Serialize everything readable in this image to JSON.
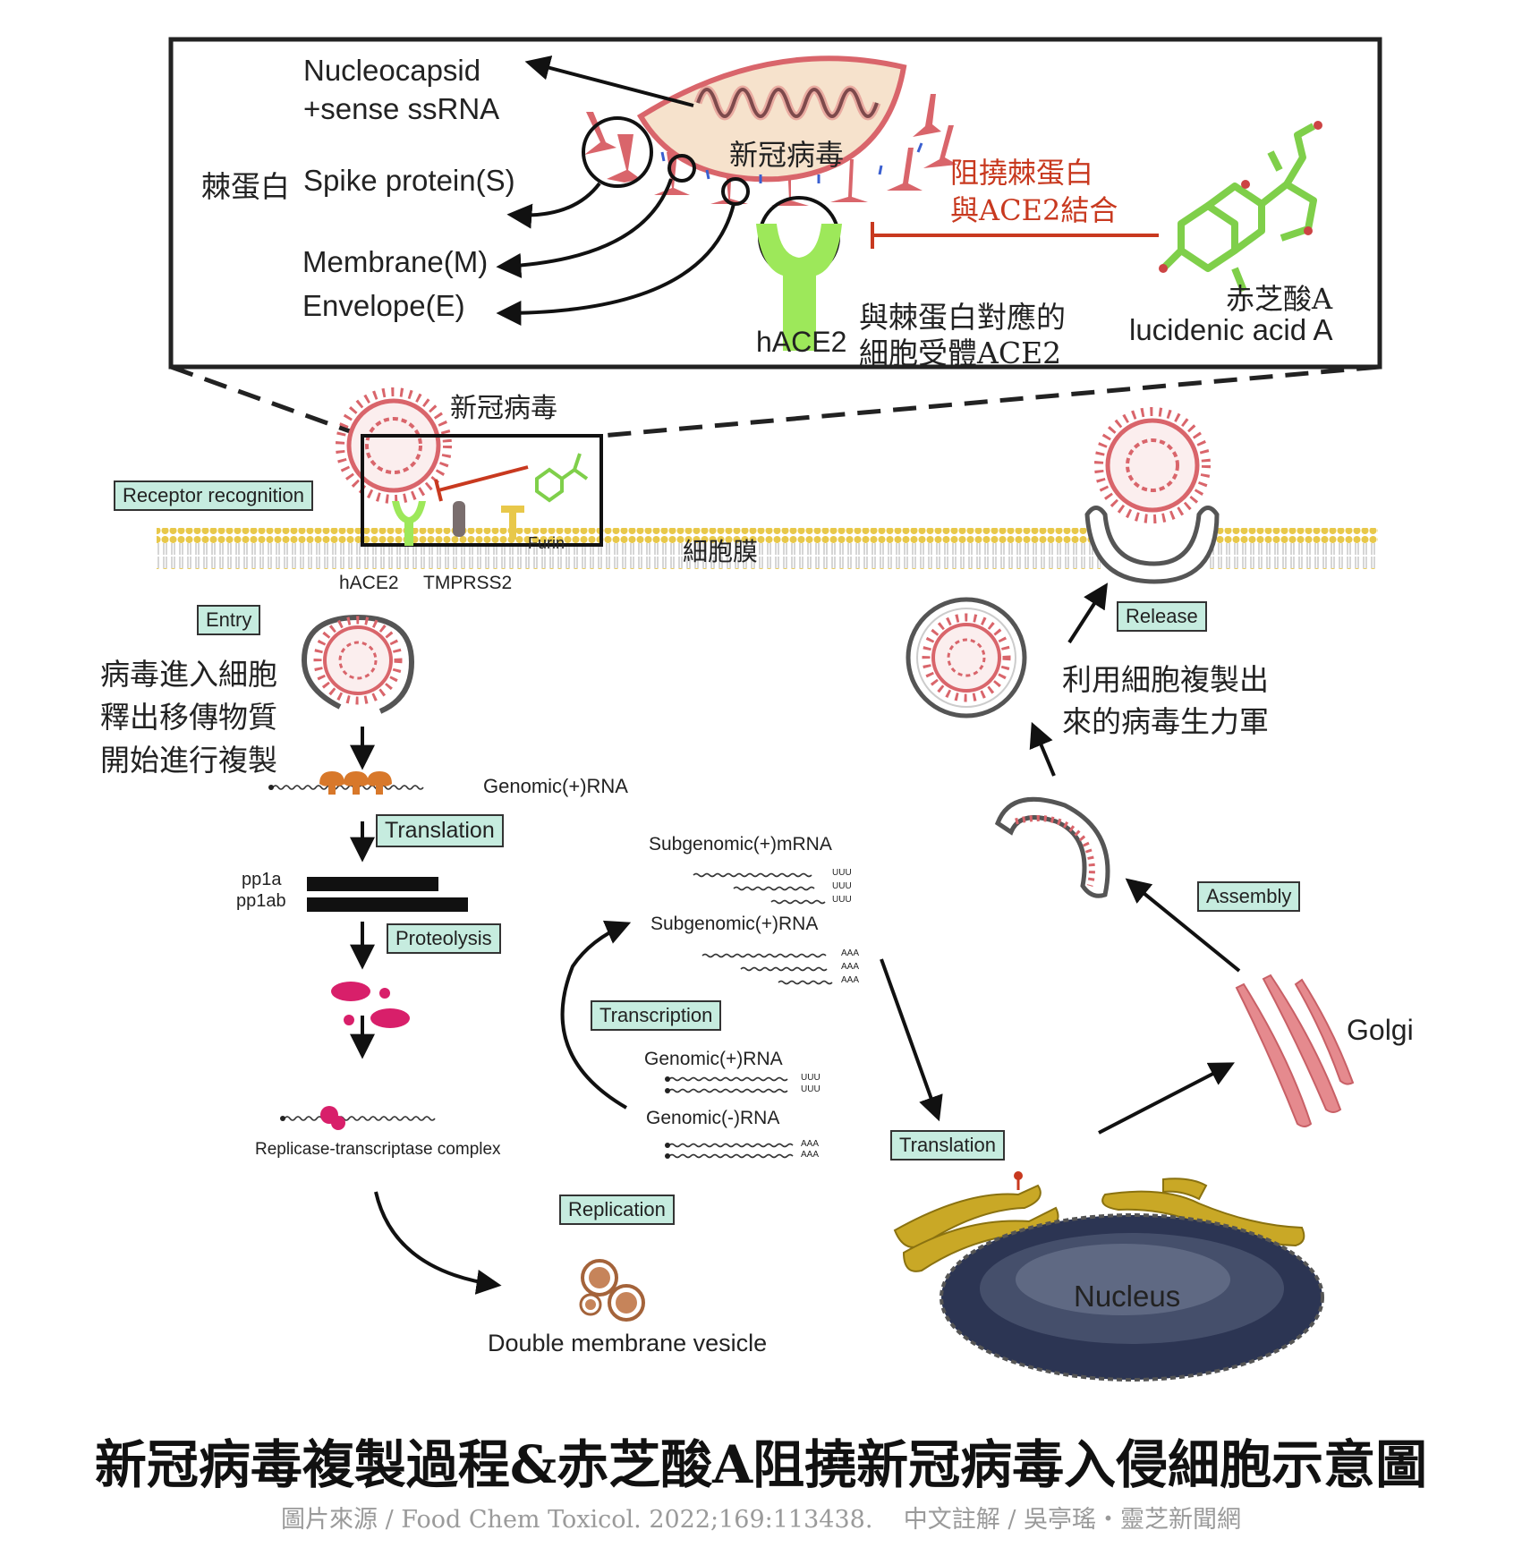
{
  "zoom_panel": {
    "nucleocapsid": "Nucleocapsid",
    "ssrna": "+sense ssRNA",
    "spike_zh": "棘蛋白",
    "spike_en": "Spike protein(S)",
    "membrane": "Membrane(M)",
    "envelope": "Envelope(E)",
    "virus_label": "新冠病毒",
    "block_line1": "阻撓棘蛋白",
    "block_line2": "與ACE2結合",
    "hace2": "hACE2",
    "receptor_line1": "與棘蛋白對應的",
    "receptor_line2": "細胞受體ACE2",
    "compound_zh": "赤芝酸A",
    "compound_en": "lucidenic acid A"
  },
  "membrane_area": {
    "virus_label": "新冠病毒",
    "receptor_recognition": "Receptor recognition",
    "furin": "Furin",
    "cell_membrane": "細胞膜",
    "hace2": "hACE2",
    "tmprss2": "TMPRSS2"
  },
  "left_path": {
    "entry": "Entry",
    "entry_note_1": "病毒進入細胞",
    "entry_note_2": "釋出移傳物質",
    "entry_note_3": "開始進行複製",
    "genomic_rna": "Genomic(+)RNA",
    "translation": "Translation",
    "pp1a": "pp1a",
    "pp1ab": "pp1ab",
    "proteolysis": "Proteolysis",
    "rtc": "Replicase-transcriptase complex",
    "replication": "Replication",
    "dmv": "Double membrane vesicle"
  },
  "middle_path": {
    "sg_mrna": "Subgenomic(+)mRNA",
    "sg_rna": "Subgenomic(+)RNA",
    "transcription": "Transcription",
    "genomic_plus": "Genomic(+)RNA",
    "genomic_minus": "Genomic(-)RNA",
    "uuu": "UUU",
    "aaa": "AAA",
    "translation": "Translation"
  },
  "right_path": {
    "release": "Release",
    "release_note_1": "利用細胞複製出",
    "release_note_2": "來的病毒生力軍",
    "assembly": "Assembly",
    "golgi": "Golgi",
    "nucleus": "Nucleus"
  },
  "caption": {
    "title": "新冠病毒複製過程&赤芝酸A阻撓新冠病毒入侵細胞示意圖",
    "source": "圖片來源 / Food Chem Toxicol. 2022;169:113438.    中文註解 / 吳亭瑤・靈芝新聞網"
  },
  "colors": {
    "tag_fill": "#c6ecdf",
    "virus_red": "#d9656b",
    "receptor_green": "#9de85a",
    "inhibit_red": "#c8391f",
    "membrane_gold": "#e8c84a",
    "protein_pink": "#d81f6a",
    "ribosome_orange": "#d8782a",
    "golgi_pink": "#e58a8e",
    "er_gold": "#c9a826",
    "nucleus_navy": "#2c3553"
  }
}
